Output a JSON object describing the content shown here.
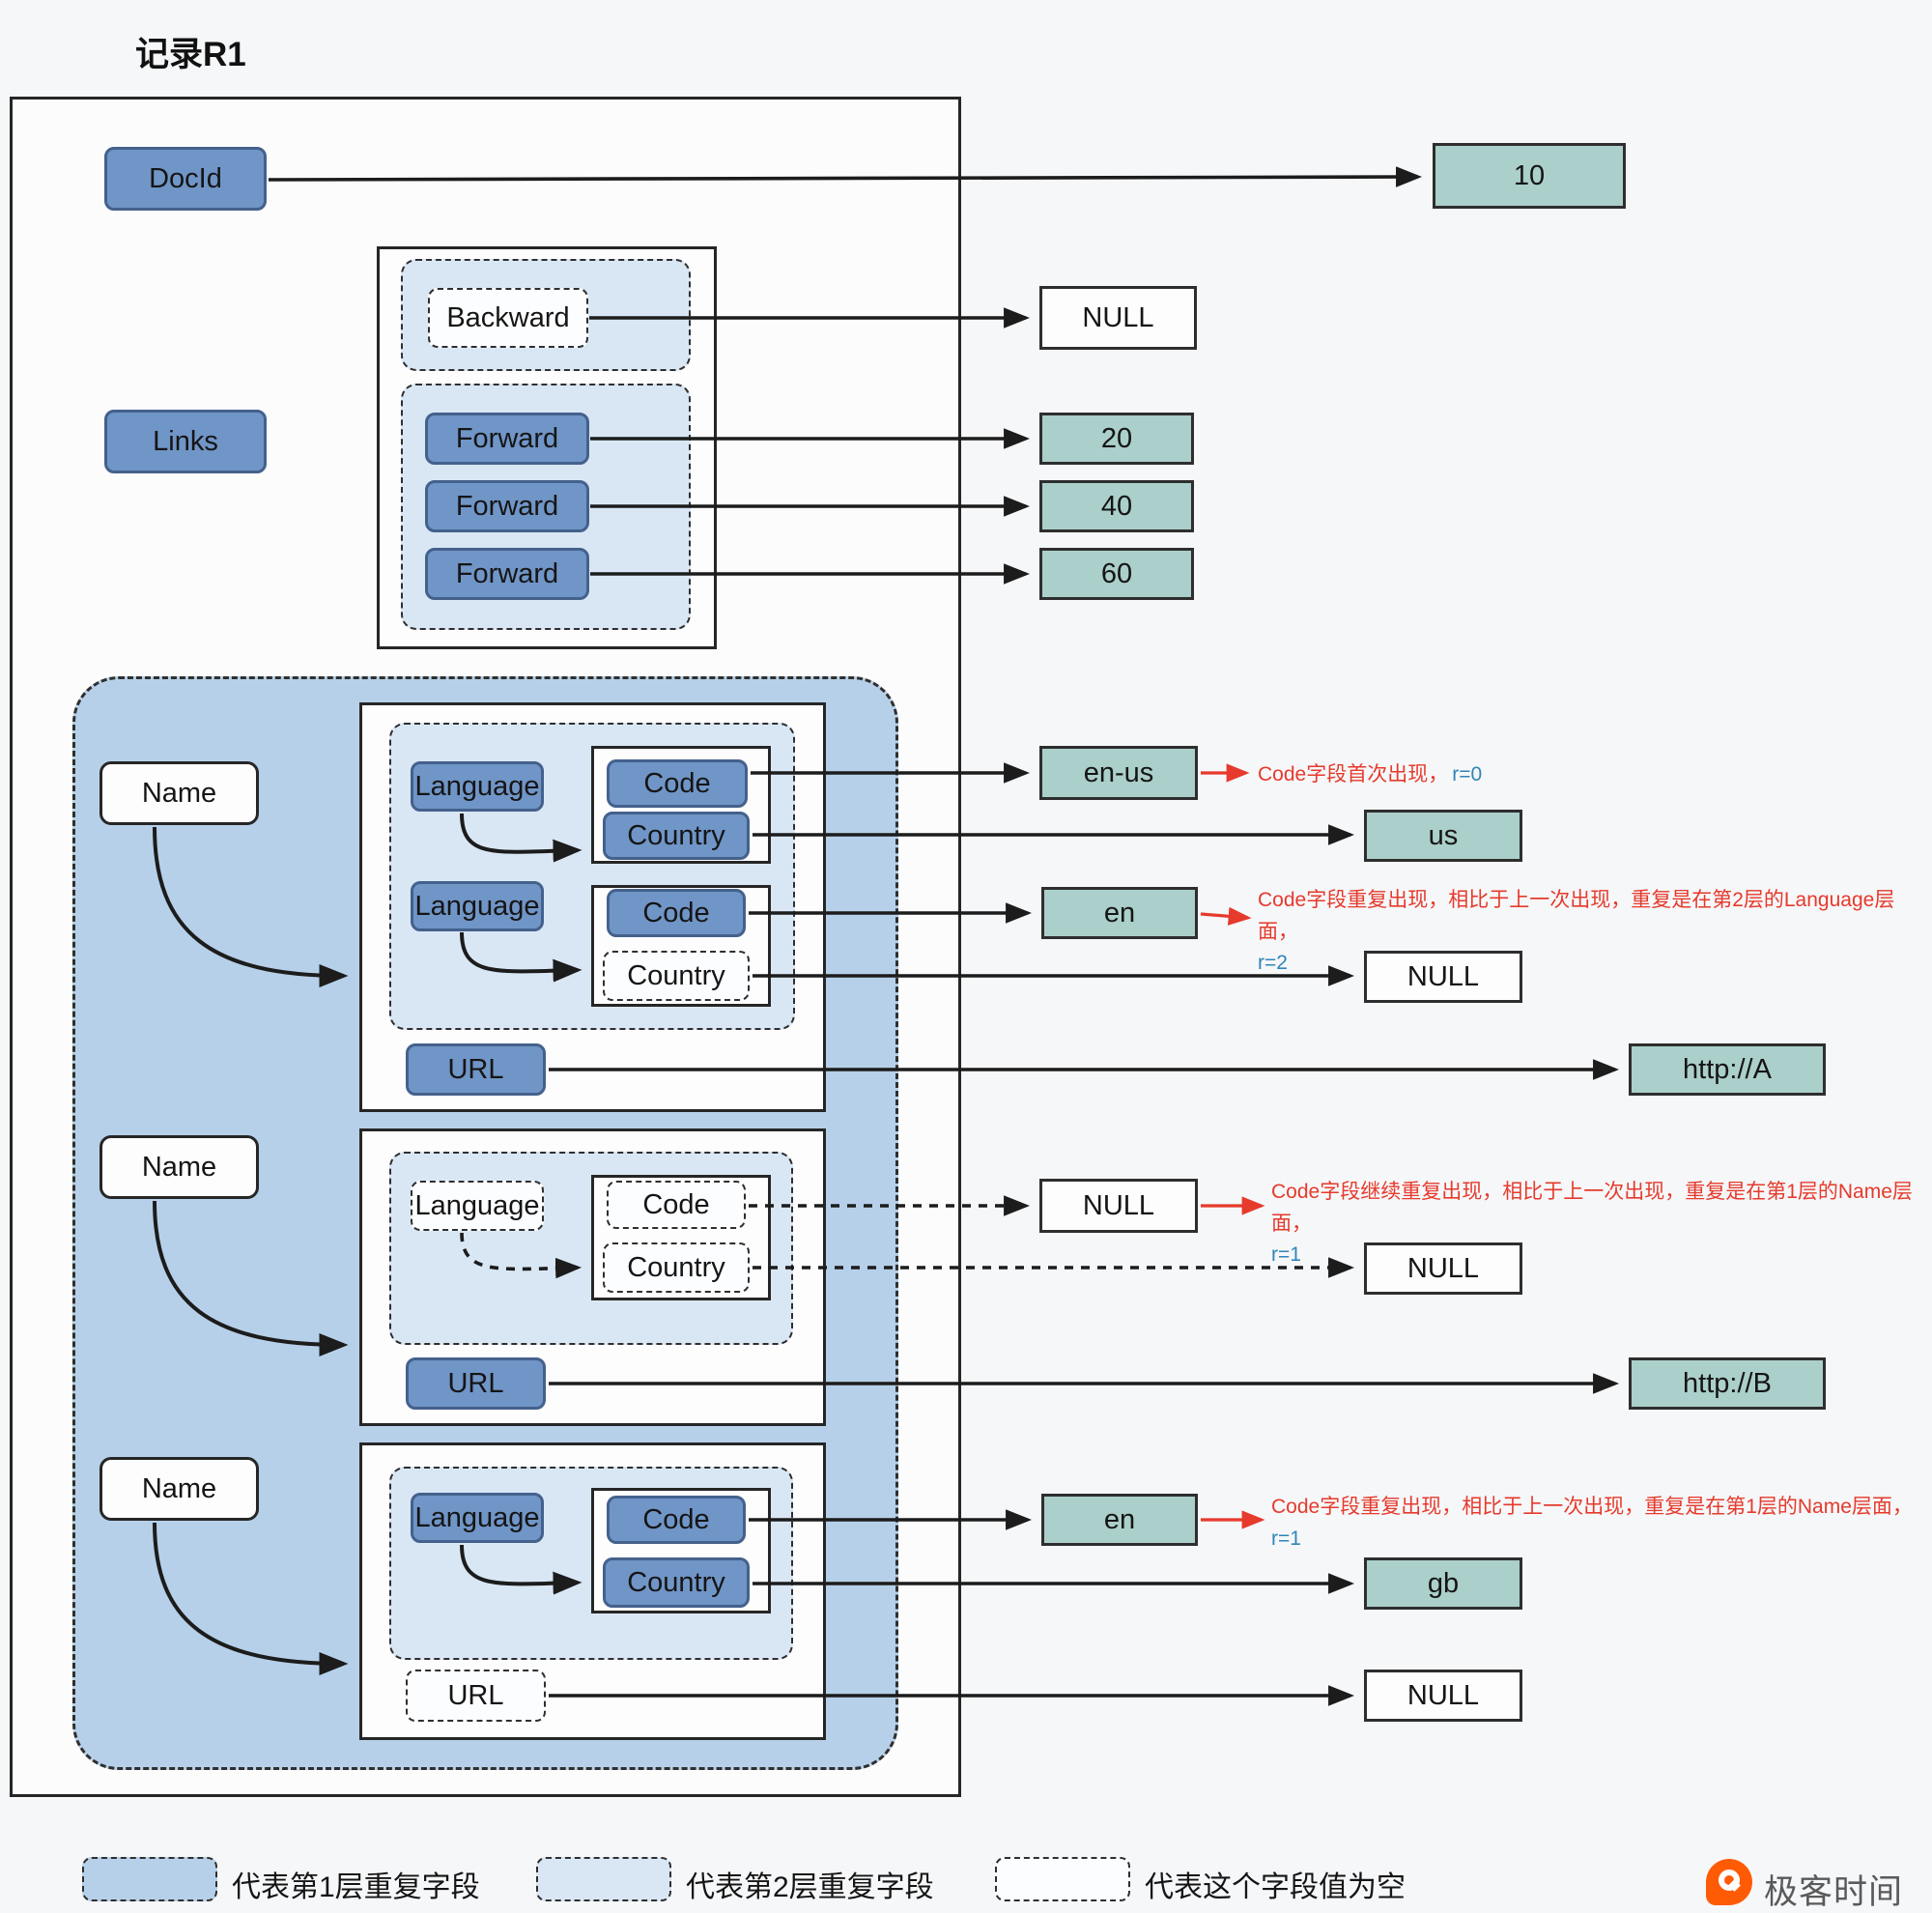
{
  "title": "记录R1",
  "record": {
    "docid": {
      "label": "DocId",
      "value": "10"
    },
    "links": {
      "label": "Links",
      "backward": {
        "label": "Backward",
        "value": "NULL"
      },
      "forwards": [
        {
          "label": "Forward",
          "value": "20"
        },
        {
          "label": "Forward",
          "value": "40"
        },
        {
          "label": "Forward",
          "value": "60"
        }
      ]
    },
    "names": [
      {
        "label": "Name",
        "languages": [
          {
            "label": "Language",
            "code_label": "Code",
            "code_value": "en-us",
            "country_label": "Country",
            "country_value": "us"
          },
          {
            "label": "Language",
            "code_label": "Code",
            "code_value": "en",
            "country_label": "Country",
            "country_value": "NULL"
          }
        ],
        "url_label": "URL",
        "url_value": "http://A"
      },
      {
        "label": "Name",
        "languages": [
          {
            "label": "Language",
            "code_label": "Code",
            "code_value": "NULL",
            "country_label": "Country",
            "country_value": "NULL"
          }
        ],
        "url_label": "URL",
        "url_value": "http://B"
      },
      {
        "label": "Name",
        "languages": [
          {
            "label": "Language",
            "code_label": "Code",
            "code_value": "en",
            "country_label": "Country",
            "country_value": "gb"
          }
        ],
        "url_label": "URL",
        "url_value": "NULL"
      }
    ]
  },
  "annotations": [
    {
      "text": "Code字段首次出现，",
      "r": "r=0"
    },
    {
      "text": "Code字段重复出现，相比于上一次出现，重复是在第2层的Language层面，",
      "r": "r=2"
    },
    {
      "text": "Code字段继续重复出现，相比于上一次出现，重复是在第1层的Name层面，",
      "r": "r=1"
    },
    {
      "text": "Code字段重复出现，相比于上一次出现，重复是在第1层的Name层面，",
      "r": "r=1"
    }
  ],
  "legend": [
    {
      "label": "代表第1层重复字段"
    },
    {
      "label": "代表第2层重复字段"
    },
    {
      "label": "代表这个字段值为空"
    }
  ],
  "logo_text": "极客时间",
  "colors": {
    "field_blue": "#7095c7",
    "value_teal": "#abcfca",
    "level1_bg": "#b7d0e9",
    "level2_bg": "#d9e7f5",
    "annotation_red": "#e63a2c",
    "annotation_blue": "#2f86b8",
    "logo_orange": "#ff5b05"
  }
}
